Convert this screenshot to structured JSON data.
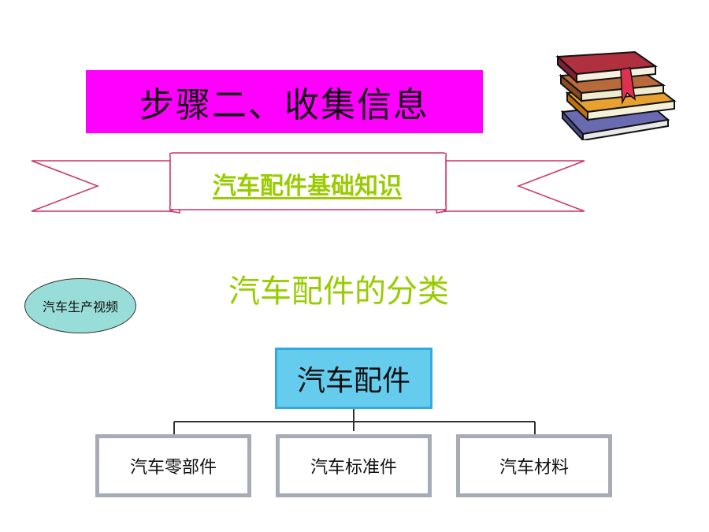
{
  "title": "步骤二、收集信息",
  "ribbon_text": "汽车配件基础知识",
  "video_button_label": "汽车生产视频",
  "subtitle": "汽车配件的分类",
  "tree": {
    "root": "汽车配件",
    "children": [
      "汽车零部件",
      "汽车标准件",
      "汽车材料"
    ]
  },
  "colors": {
    "title_bg": "#ff00ff",
    "accent_green": "#99cc00",
    "oval_bg": "#99ddd8",
    "root_bg": "#66ccee",
    "child_border": "#a6acb6",
    "ribbon_stroke": "#cc3366"
  },
  "icons": {
    "clipart": "books-stack-icon"
  }
}
